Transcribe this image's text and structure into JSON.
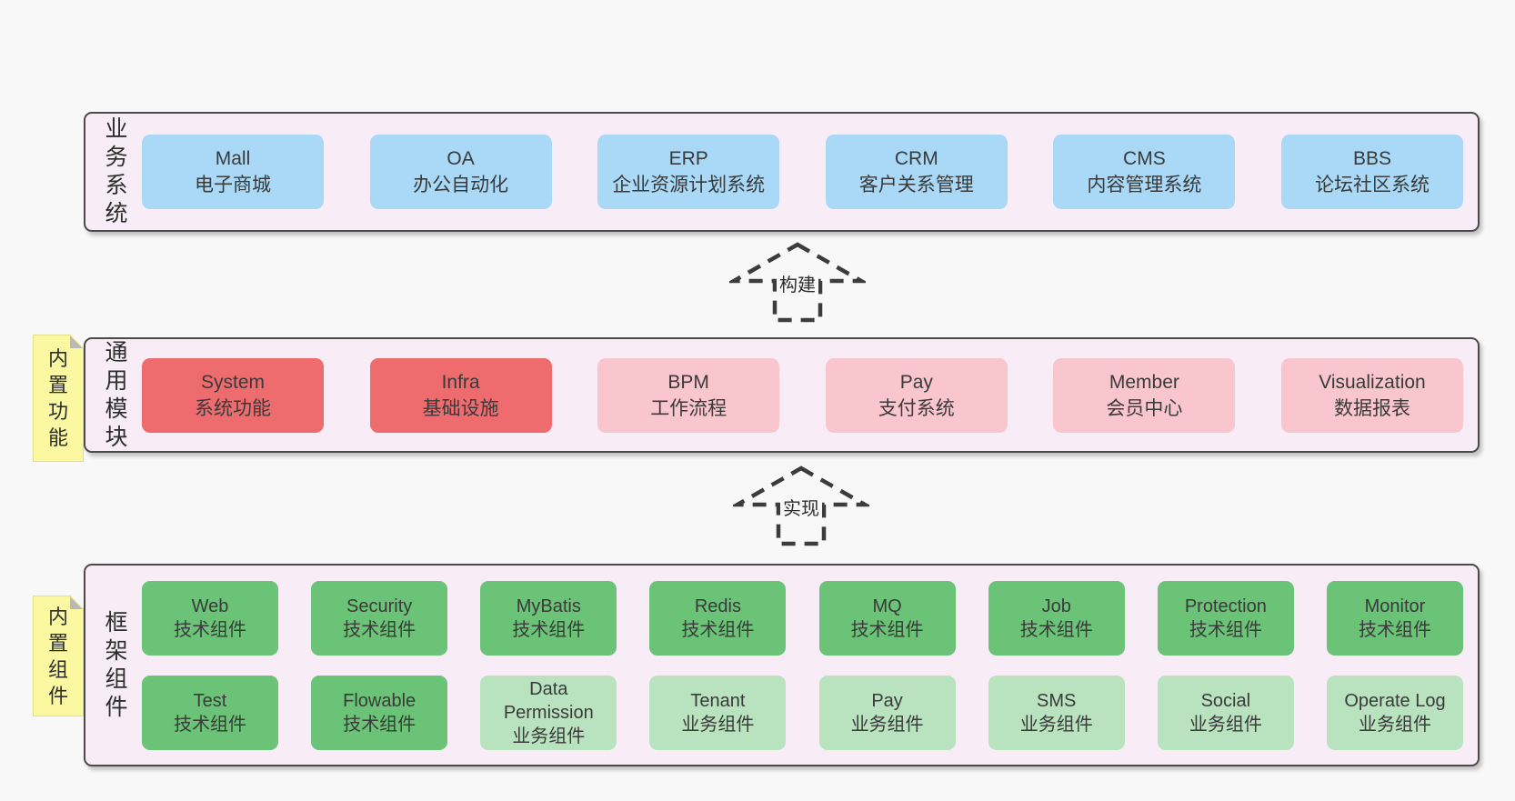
{
  "colors": {
    "page_bg": "#f8f8f8",
    "band_bg": "#f8edf6",
    "band_border": "#4a4a4a",
    "sticky_bg": "#fbf8a1",
    "sticky_fold": "#b9b9b9",
    "text": "#3a3a3a",
    "arrow": "#3c3c3c",
    "blue": "#a9d9f6",
    "red": "#ee6b6e",
    "pink": "#fac6ce",
    "green": "#6bc377",
    "lightgreen": "#b9e2bf"
  },
  "bands": [
    {
      "label": "业务系统",
      "sticky": null,
      "boxes": [
        {
          "en": "Mall",
          "zh": "电子商城",
          "type": "blue"
        },
        {
          "en": "OA",
          "zh": "办公自动化",
          "type": "blue"
        },
        {
          "en": "ERP",
          "zh": "企业资源计划系统",
          "type": "blue"
        },
        {
          "en": "CRM",
          "zh": "客户关系管理",
          "type": "blue"
        },
        {
          "en": "CMS",
          "zh": "内容管理系统",
          "type": "blue"
        },
        {
          "en": "BBS",
          "zh": "论坛社区系统",
          "type": "blue"
        }
      ]
    },
    {
      "label": "通用模块",
      "sticky": "内置功能",
      "boxes": [
        {
          "en": "System",
          "zh": "系统功能",
          "type": "red"
        },
        {
          "en": "Infra",
          "zh": "基础设施",
          "type": "red"
        },
        {
          "en": "BPM",
          "zh": "工作流程",
          "type": "pink"
        },
        {
          "en": "Pay",
          "zh": "支付系统",
          "type": "pink"
        },
        {
          "en": "Member",
          "zh": "会员中心",
          "type": "pink"
        },
        {
          "en": "Visualization",
          "zh": "数据报表",
          "type": "pink"
        }
      ]
    },
    {
      "label": "框架组件",
      "sticky": "内置组件",
      "rows": [
        [
          {
            "en": "Web",
            "zh": "技术组件",
            "type": "green"
          },
          {
            "en": "Security",
            "zh": "技术组件",
            "type": "green"
          },
          {
            "en": "MyBatis",
            "zh": "技术组件",
            "type": "green"
          },
          {
            "en": "Redis",
            "zh": "技术组件",
            "type": "green"
          },
          {
            "en": "MQ",
            "zh": "技术组件",
            "type": "green"
          },
          {
            "en": "Job",
            "zh": "技术组件",
            "type": "green"
          },
          {
            "en": "Protection",
            "zh": "技术组件",
            "type": "green"
          },
          {
            "en": "Monitor",
            "zh": "技术组件",
            "type": "green"
          }
        ],
        [
          {
            "en": "Test",
            "zh": "技术组件",
            "type": "green"
          },
          {
            "en": "Flowable",
            "zh": "技术组件",
            "type": "green"
          },
          {
            "en": "Data Permission",
            "zh": "业务组件",
            "type": "lightgreen"
          },
          {
            "en": "Tenant",
            "zh": "业务组件",
            "type": "lightgreen"
          },
          {
            "en": "Pay",
            "zh": "业务组件",
            "type": "lightgreen"
          },
          {
            "en": "SMS",
            "zh": "业务组件",
            "type": "lightgreen"
          },
          {
            "en": "Social",
            "zh": "业务组件",
            "type": "lightgreen"
          },
          {
            "en": "Operate Log",
            "zh": "业务组件",
            "type": "lightgreen"
          }
        ]
      ]
    }
  ],
  "arrows": [
    {
      "label": "构建"
    },
    {
      "label": "实现"
    }
  ]
}
